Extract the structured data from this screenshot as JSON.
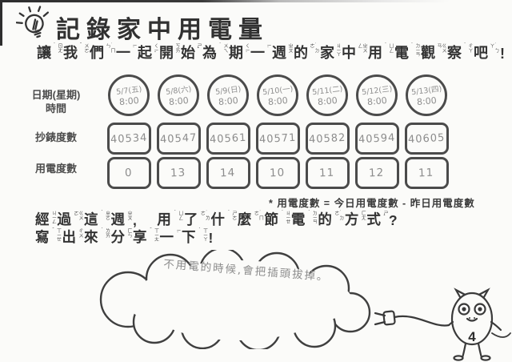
{
  "header": {
    "title": "記錄家中用電量",
    "subtitle_text": "讓我們一起開始為期一週的家中用電觀察吧!",
    "subtitle_segments": [
      {
        "ch": "讓",
        "zy": "ㄖㄤˋ"
      },
      {
        "ch": "我",
        "zy": "ㄨㄛˇ"
      },
      {
        "ch": "們",
        "zy": "˙ㄇㄣ"
      },
      {
        "ch": "一",
        "zy": "ㄧˋ"
      },
      {
        "ch": "起",
        "zy": "ㄑㄧˇ"
      },
      {
        "ch": "開",
        "zy": "ㄎㄞ"
      },
      {
        "ch": "始",
        "zy": "ㄕˇ"
      },
      {
        "ch": "為",
        "zy": "ㄨㄟˊ"
      },
      {
        "ch": "期",
        "zy": "ㄑㄧˊ"
      },
      {
        "ch": "一",
        "zy": "ㄧˋ"
      },
      {
        "ch": "週",
        "zy": "ㄓㄡ"
      },
      {
        "ch": "的",
        "zy": "˙ㄉㄜ"
      },
      {
        "ch": "家",
        "zy": "ㄐㄧㄚ"
      },
      {
        "ch": "中",
        "zy": "ㄓㄨㄥ"
      },
      {
        "ch": "用",
        "zy": "ㄩㄥˋ"
      },
      {
        "ch": "電",
        "zy": "ㄉㄧㄢˋ"
      },
      {
        "ch": "觀",
        "zy": "ㄍㄨㄢ"
      },
      {
        "ch": "察",
        "zy": "ㄔㄚˊ"
      },
      {
        "ch": "吧",
        "zy": "˙ㄅㄚ"
      },
      {
        "ch": "!",
        "zy": ""
      }
    ]
  },
  "table": {
    "row_labels": {
      "date_line1": "日期(星期)",
      "date_line2": "時間",
      "meter": "抄錶度數",
      "usage": "用電度數"
    },
    "columns": [
      {
        "date": "5/7(五)",
        "time": "8:00",
        "meter": "40534",
        "usage": "0"
      },
      {
        "date": "5/8(六)",
        "time": "8:00",
        "meter": "40547",
        "usage": "13"
      },
      {
        "date": "5/9(日)",
        "time": "8:00",
        "meter": "40561",
        "usage": "14"
      },
      {
        "date": "5/10(一)",
        "time": "8:00",
        "meter": "40571",
        "usage": "10"
      },
      {
        "date": "5/11(二)",
        "time": "8:00",
        "meter": "40582",
        "usage": "11"
      },
      {
        "date": "5/12(三)",
        "time": "8:00",
        "meter": "40594",
        "usage": "12"
      },
      {
        "date": "5/13(四)",
        "time": "8:00",
        "meter": "40605",
        "usage": "11"
      }
    ],
    "footnote": "* 用電度數 = 今日用電度數 - 昨日用電度數"
  },
  "question": {
    "line1_text": "經過這週, 用了什麼節電的方式?",
    "line2_text": "寫出來分享一下!",
    "line1_segments": [
      {
        "ch": "經",
        "zy": "ㄐㄧㄥ"
      },
      {
        "ch": "過",
        "zy": "ㄍㄨㄛˋ"
      },
      {
        "ch": "這",
        "zy": "ㄓㄜˋ"
      },
      {
        "ch": "週",
        "zy": "ㄓㄡ"
      },
      {
        "ch": ",",
        "zy": ""
      },
      {
        "ch": "　",
        "zy": ""
      },
      {
        "ch": "用",
        "zy": "ㄩㄥˋ"
      },
      {
        "ch": "了",
        "zy": "˙ㄌㄜ"
      },
      {
        "ch": "什",
        "zy": "ㄕㄜˊ"
      },
      {
        "ch": "麼",
        "zy": "˙ㄇㄜ"
      },
      {
        "ch": "節",
        "zy": "ㄐㄧㄝˊ"
      },
      {
        "ch": "電",
        "zy": "ㄉㄧㄢˋ"
      },
      {
        "ch": "的",
        "zy": "˙ㄉㄜ"
      },
      {
        "ch": "方",
        "zy": "ㄈㄤ"
      },
      {
        "ch": "式",
        "zy": "ㄕˋ"
      },
      {
        "ch": "?",
        "zy": ""
      }
    ],
    "line2_segments": [
      {
        "ch": "寫",
        "zy": "ㄒㄧㄝˇ"
      },
      {
        "ch": "出",
        "zy": "ㄔㄨ"
      },
      {
        "ch": "來",
        "zy": "ㄌㄞˊ"
      },
      {
        "ch": "分",
        "zy": "ㄈㄣ"
      },
      {
        "ch": "享",
        "zy": "ㄒㄧㄤˇ"
      },
      {
        "ch": "一",
        "zy": "ㄧˊ"
      },
      {
        "ch": "下",
        "zy": "ㄒㄧㄚˋ"
      },
      {
        "ch": "!",
        "zy": ""
      }
    ]
  },
  "answer": {
    "handwritten_text": "不用電的時候,會把插頭拔掉。"
  },
  "footer": {
    "page_number": "4"
  },
  "icons": {
    "bulb": "lightbulb-icon",
    "mascot": "plug-monster-mascot"
  },
  "colors": {
    "paper": "#fbfbf9",
    "ink": "#383838",
    "table_border": "#4b4b4b",
    "handwriting": "#8d8d8d"
  }
}
